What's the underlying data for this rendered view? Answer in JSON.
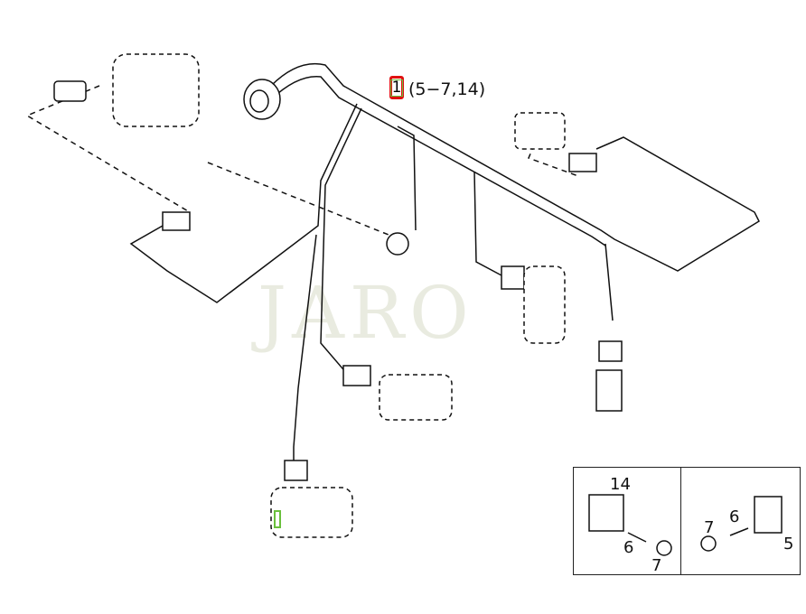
{
  "diagram": {
    "main_callout": {
      "number": "1",
      "refs": "(5−7,14)"
    },
    "watermark": "JARO",
    "inset": {
      "left_panel": {
        "labels": [
          "14",
          "6",
          "7"
        ]
      },
      "right_panel": {
        "labels": [
          "7",
          "6",
          "5"
        ]
      }
    },
    "colors": {
      "hotspot_active": "#e01010",
      "hotspot": "#6ac03c"
    }
  }
}
